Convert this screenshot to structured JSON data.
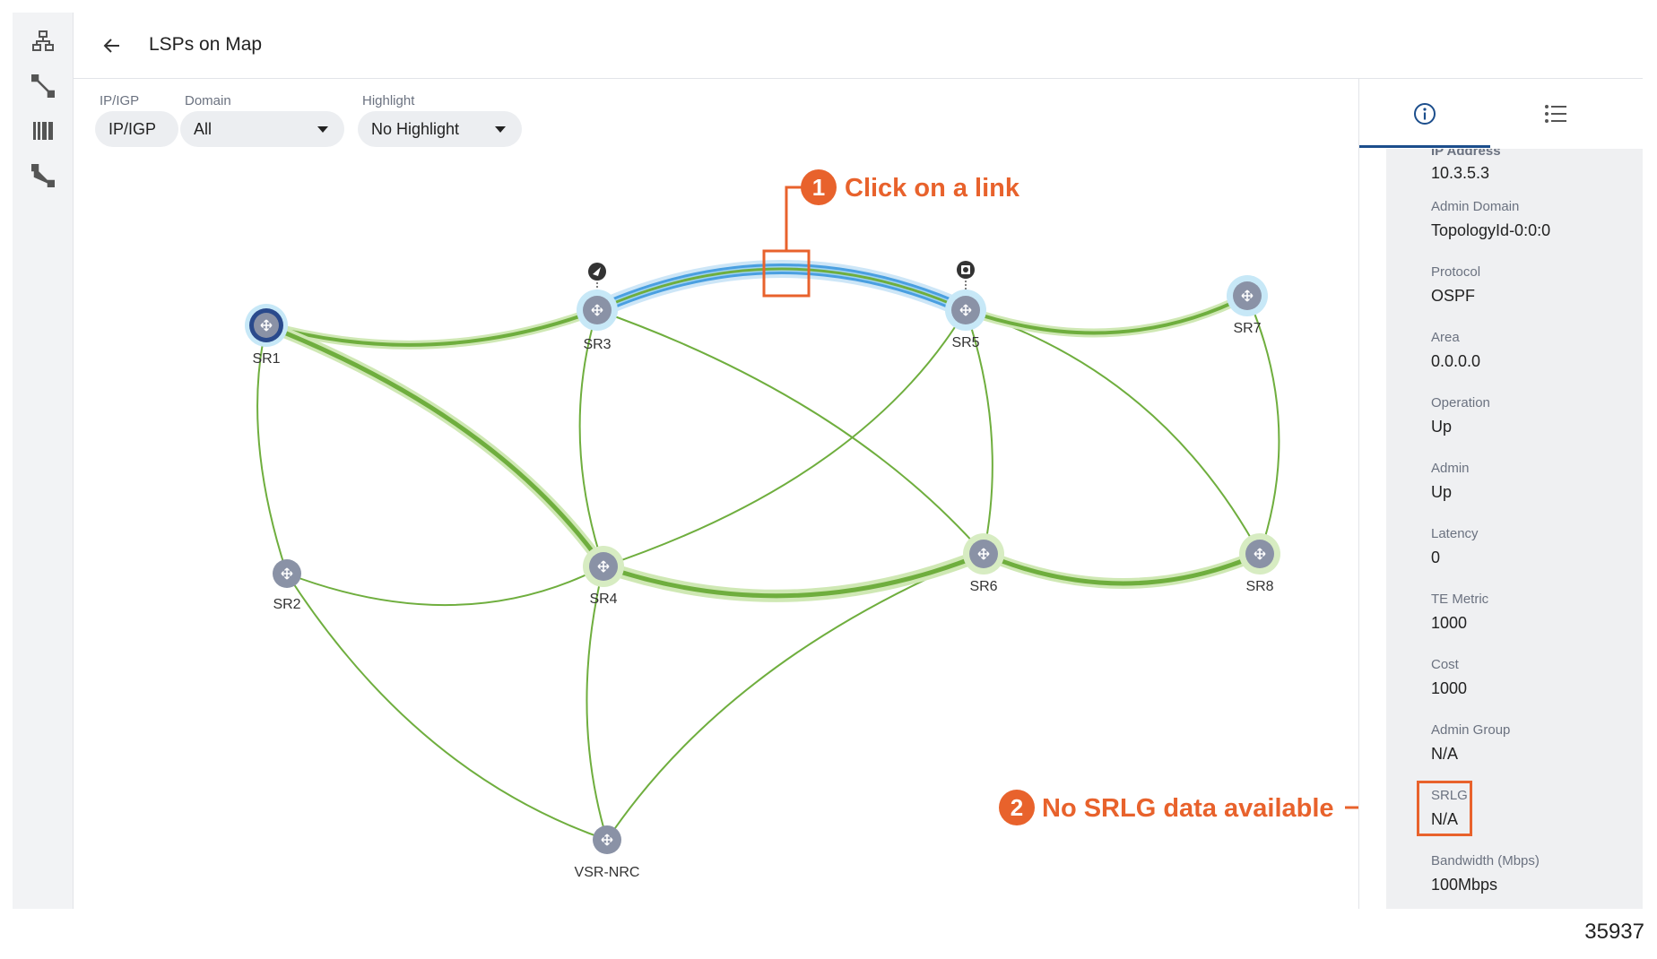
{
  "header": {
    "title": "LSPs on Map"
  },
  "rail": {
    "icons": [
      "topology-icon",
      "link-icon",
      "bars-icon",
      "path-icon"
    ]
  },
  "filters": {
    "ipigp": {
      "label": "IP/IGP",
      "value": "IP/IGP"
    },
    "domain": {
      "label": "Domain",
      "value": "All"
    },
    "highlight": {
      "label": "Highlight",
      "value": "No Highlight"
    }
  },
  "nodes": {
    "SR1": "SR1",
    "SR2": "SR2",
    "SR3": "SR3",
    "SR4": "SR4",
    "SR5": "SR5",
    "SR6": "SR6",
    "SR7": "SR7",
    "SR8": "SR8",
    "VSR_NRC": "VSR-NRC"
  },
  "callouts": {
    "c1": {
      "number": "1",
      "text": "Click on a link"
    },
    "c2": {
      "number": "2",
      "text": "No SRLG data available"
    }
  },
  "panel": {
    "cutoff_label": "IP Address",
    "fields": [
      {
        "value": "10.3.5.3"
      },
      {
        "label": "Admin Domain",
        "value": "TopologyId-0:0:0"
      },
      {
        "label": "Protocol",
        "value": "OSPF"
      },
      {
        "label": "Area",
        "value": "0.0.0.0"
      },
      {
        "label": "Operation",
        "value": "Up"
      },
      {
        "label": "Admin",
        "value": "Up"
      },
      {
        "label": "Latency",
        "value": "0"
      },
      {
        "label": "TE Metric",
        "value": "1000"
      },
      {
        "label": "Cost",
        "value": "1000"
      },
      {
        "label": "Admin Group",
        "value": "N/A"
      },
      {
        "label": "SRLG",
        "value": "N/A"
      },
      {
        "label": "Bandwidth (Mbps)",
        "value": "100Mbps"
      }
    ]
  },
  "figure_number": "35937",
  "colors": {
    "accent": "#e8622c",
    "link": "#6fae3e",
    "selected_link": "#4a9fe0",
    "node": "#8a92a6",
    "tab_active": "#1c4e8c"
  }
}
